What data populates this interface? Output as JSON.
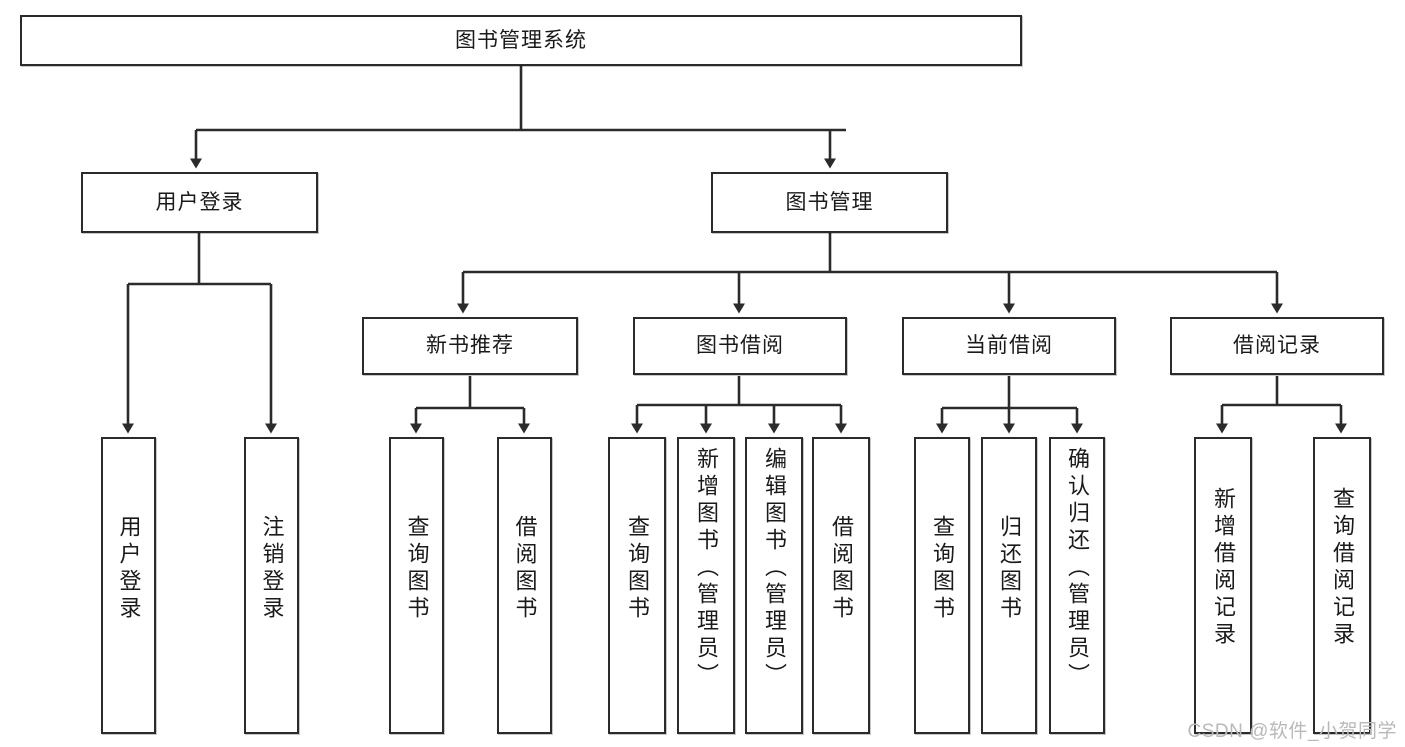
{
  "diagram": {
    "type": "tree",
    "title": "图书管理系统",
    "root": {
      "label": "图书管理系统"
    },
    "level2": [
      {
        "label": "用户登录"
      },
      {
        "label": "图书管理"
      }
    ],
    "level3": [
      {
        "label": "新书推荐"
      },
      {
        "label": "图书借阅"
      },
      {
        "label": "当前借阅"
      },
      {
        "label": "借阅记录"
      }
    ],
    "leaves": {
      "user_login": [
        {
          "label": "用户登录"
        },
        {
          "label": "注销登录"
        }
      ],
      "new_book_recommend": [
        {
          "label": "查询图书"
        },
        {
          "label": "借阅图书"
        }
      ],
      "book_borrow": [
        {
          "label": "查询图书"
        },
        {
          "label": "新增图书（管理员）"
        },
        {
          "label": "编辑图书（管理员）"
        },
        {
          "label": "借阅图书"
        }
      ],
      "current_borrow": [
        {
          "label": "查询图书"
        },
        {
          "label": "归还图书"
        },
        {
          "label": "确认归还（管理员）"
        }
      ],
      "borrow_records": [
        {
          "label": "新增借阅记录"
        },
        {
          "label": "查询借阅记录"
        }
      ]
    }
  },
  "watermark": {
    "text": "CSDN @软件_小贺同学"
  },
  "colors": {
    "box_border": "#2b2b2b",
    "box_fill": "#ffffff",
    "line": "#2b2b2b",
    "text": "#1a1a1a",
    "watermark": "#b9b9b9"
  }
}
